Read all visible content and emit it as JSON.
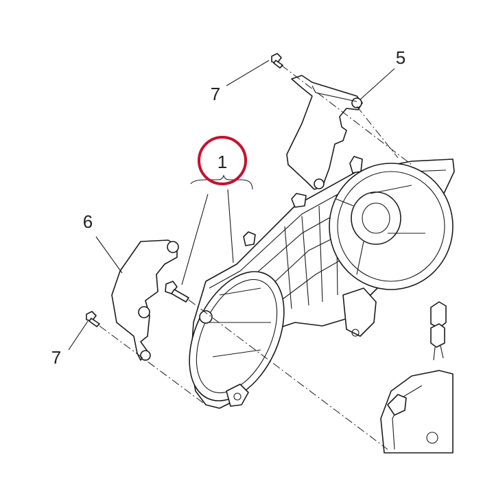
{
  "diagram": {
    "highlight_color": "#c8102e",
    "line_color": "#1a1a1a",
    "callouts": {
      "fan_shroud": "1",
      "upper_bracket": "5",
      "lower_bracket": "6",
      "bolt_upper": "7",
      "bolt_lower": "7"
    }
  }
}
